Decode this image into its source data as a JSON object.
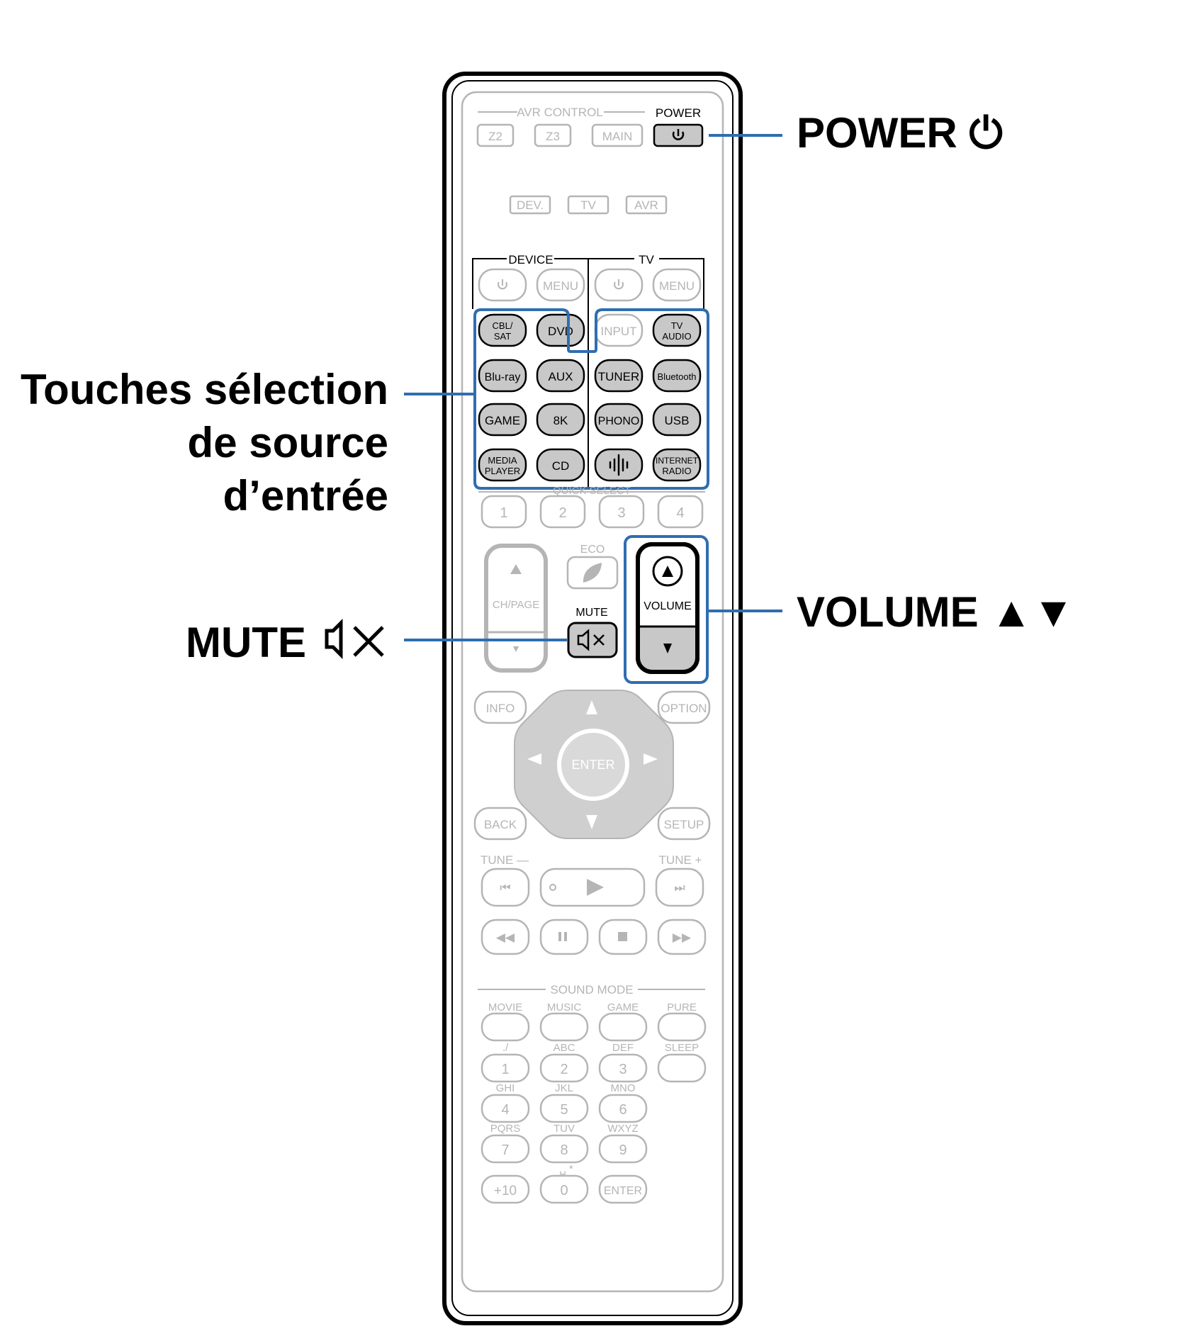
{
  "callouts": {
    "power": "POWER ⏻",
    "input_source_line1": "Touches sélection",
    "input_source_line2": "de source",
    "input_source_line3": "d’entrée",
    "mute": "MUTE",
    "volume": "VOLUME ▲▼"
  },
  "remote": {
    "avr_control": "AVR CONTROL",
    "power": "POWER",
    "z2": "Z2",
    "z3": "Z3",
    "main": "MAIN",
    "dev": "DEV.",
    "tv": "TV",
    "avr": "AVR",
    "device": "DEVICE",
    "tv_group": "TV",
    "menu": "MENU",
    "cbl_sat_1": "CBL/",
    "cbl_sat_2": "SAT",
    "dvd": "DVD",
    "input": "INPUT",
    "tv_audio_1": "TV",
    "tv_audio_2": "AUDIO",
    "bluray": "Blu-ray",
    "aux": "AUX",
    "tuner": "TUNER",
    "bluetooth": "Bluetooth",
    "game": "GAME",
    "eightk": "8K",
    "phono": "PHONO",
    "usb": "USB",
    "media_player_1": "MEDIA",
    "media_player_2": "PLAYER",
    "cd": "CD",
    "internet_radio_1": "INTERNET",
    "internet_radio_2": "RADIO",
    "quick_select": "QUICK SELECT",
    "q1": "1",
    "q2": "2",
    "q3": "3",
    "q4": "4",
    "eco": "ECO",
    "ch_page": "CH/PAGE",
    "mute": "MUTE",
    "volume": "VOLUME",
    "info": "INFO",
    "option": "OPTION",
    "enter": "ENTER",
    "back": "BACK",
    "setup": "SETUP",
    "tune_minus": "TUNE —",
    "tune_plus": "TUNE +",
    "sound_mode": "SOUND MODE",
    "movie": "MOVIE",
    "music": "MUSIC",
    "game_mode": "GAME",
    "pure": "PURE",
    "sleep": "SLEEP",
    "k1_label": "./",
    "k2_label": "ABC",
    "k3_label": "DEF",
    "k4_label": "GHI",
    "k5_label": "JKL",
    "k6_label": "MNO",
    "k7_label": "PQRS",
    "k8_label": "TUV",
    "k9_label": "WXYZ",
    "k0_label": "␣ *",
    "n1": "1",
    "n2": "2",
    "n3": "3",
    "n4": "4",
    "n5": "5",
    "n6": "6",
    "n7": "7",
    "n8": "8",
    "n9": "9",
    "n0": "0",
    "plus10": "+10",
    "enter_num": "ENTER"
  },
  "colors": {
    "highlight": "#2f6db0",
    "active_button_fill": "#c8c8c8",
    "inactive": "#b5b5b5"
  }
}
